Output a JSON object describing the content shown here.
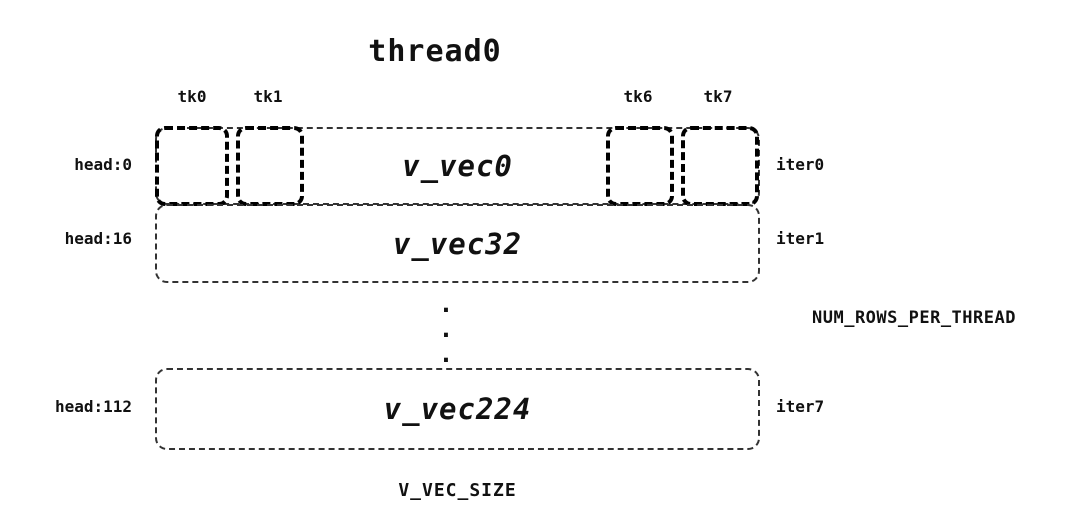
{
  "title": "thread0",
  "tk_labels": [
    "tk0",
    "tk1",
    "tk6",
    "tk7"
  ],
  "rows": [
    {
      "head": "head:0",
      "vec": "v_vec0",
      "iter": "iter0"
    },
    {
      "head": "head:16",
      "vec": "v_vec32",
      "iter": "iter1"
    },
    {
      "head": "head:112",
      "vec": "v_vec224",
      "iter": "iter7"
    }
  ],
  "ellipsis": ".\n.\n.",
  "annotations": {
    "rows_per_thread": "NUM_ROWS_PER_THREAD",
    "vec_size": "V_VEC_SIZE"
  },
  "colors": {
    "ink": "#111111",
    "background": "#ffffff"
  }
}
